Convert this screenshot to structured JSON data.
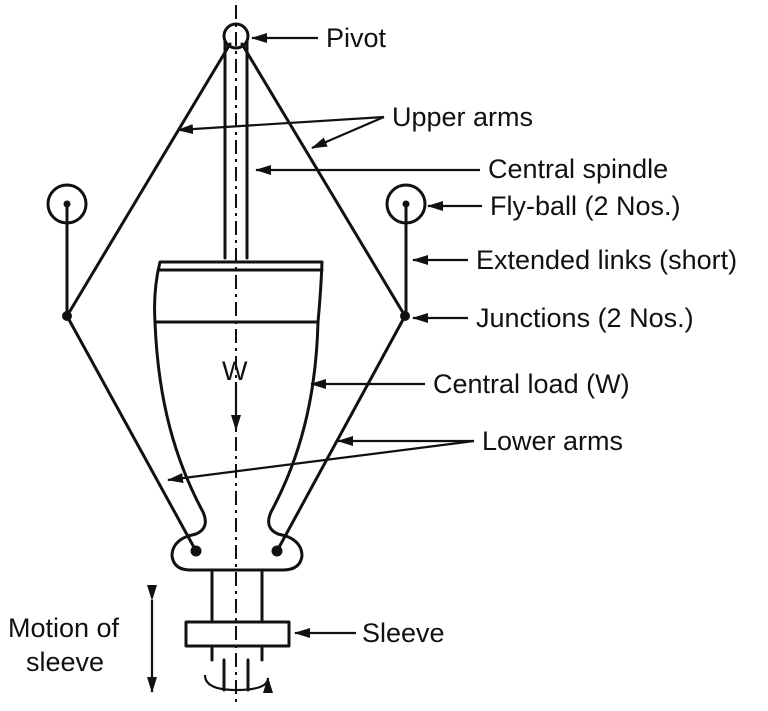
{
  "labels": {
    "pivot": "Pivot",
    "upper_arms": "Upper arms",
    "central_spindle": "Central spindle",
    "fly_ball": "Fly-ball (2 Nos.)",
    "extended_links": "Extended links (short)",
    "junctions": "Junctions (2 Nos.)",
    "central_load": "Central load (W)",
    "load_symbol": "W",
    "lower_arms": "Lower arms",
    "sleeve": "Sleeve",
    "motion_line1": "Motion of",
    "motion_line2": "sleeve"
  }
}
